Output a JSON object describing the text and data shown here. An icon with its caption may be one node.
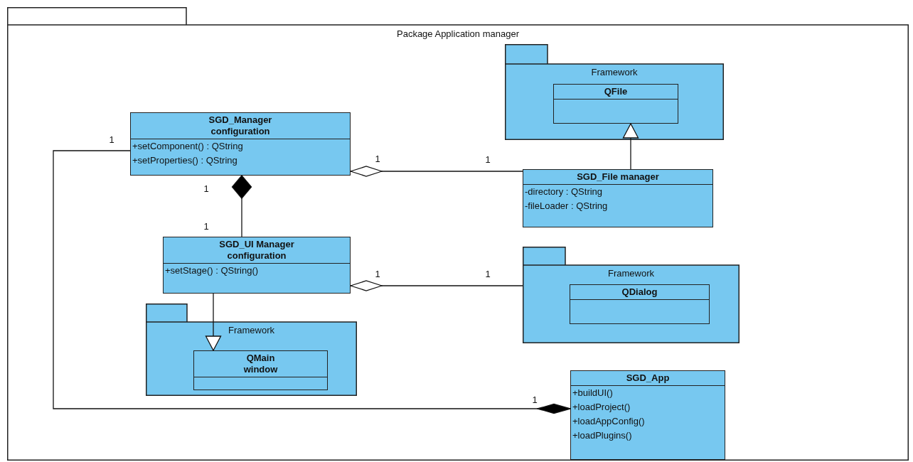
{
  "diagram": {
    "nodes": [
      {
        "text": [
          "Package Application manager"
        ]
      },
      {
        "text": [
          "SGD_Manager configuration",
          "+setComponent() : QString",
          "+setProperties() : QString"
        ],
        "in": 0
      },
      {
        "text": [
          "Framework"
        ],
        "in": 0
      },
      {
        "text": [
          "QFile"
        ],
        "in": 2
      },
      {
        "text": [
          "SGD_File manager",
          "-directory : QString",
          "-fileLoader : QString"
        ],
        "in": 0
      },
      {
        "text": [
          "SGD_UI Manager configuration",
          "+setStage() : QString()"
        ],
        "in": 0
      },
      {
        "text": [
          "Framework"
        ],
        "in": 0
      },
      {
        "text": [
          "QMain window"
        ],
        "in": 6
      },
      {
        "text": [
          "Framework"
        ],
        "in": 0
      },
      {
        "text": [
          "QDialog"
        ],
        "in": 8
      },
      {
        "text": [
          "SGD_App",
          "+buildUI()",
          "+loadProject()",
          "+loadAppConfig()",
          "+loadPlugins()"
        ],
        "in": 0
      }
    ],
    "edges": [
      {
        "from": 4,
        "to": 1,
        "arrow": "other"
      },
      {
        "from": 5,
        "to": 1,
        "arrow": "other"
      },
      {
        "from": 5,
        "to": 7,
        "arrow": "to"
      },
      {
        "from": 4,
        "to": 3,
        "arrow": "to"
      },
      {
        "from": 8,
        "to": 5,
        "arrow": "other"
      },
      {
        "from": 1,
        "to": 10,
        "arrow": "other"
      }
    ],
    "labels": [
      "1",
      "1",
      "1",
      "1",
      "1",
      "1",
      "1",
      "1"
    ]
  }
}
